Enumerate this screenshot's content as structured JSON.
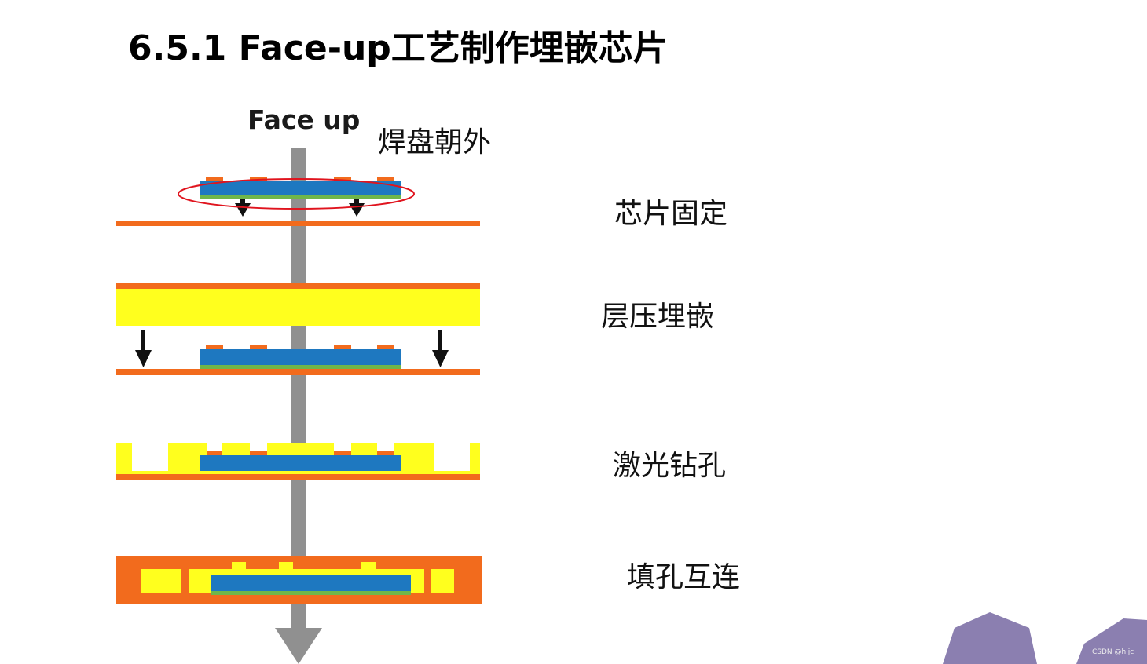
{
  "slide": {
    "title": "6.5.1 Face-up工艺制作埋嵌芯片"
  },
  "diagram": {
    "flow_label": "Face up",
    "pad_note": "焊盘朝外",
    "steps": [
      {
        "label": "芯片固定"
      },
      {
        "label": "层压埋嵌"
      },
      {
        "label": "激光钻孔"
      },
      {
        "label": "填孔互连"
      }
    ],
    "colors": {
      "copper": "#f26b1d",
      "chip": "#1e78c0",
      "dielectric": "#ffff1e",
      "adhesive": "#6fb64a",
      "arrow": "#909090",
      "highlight": "#e0141e",
      "decor": "#8b7fb0"
    }
  },
  "watermark": "CSDN @hjjc"
}
